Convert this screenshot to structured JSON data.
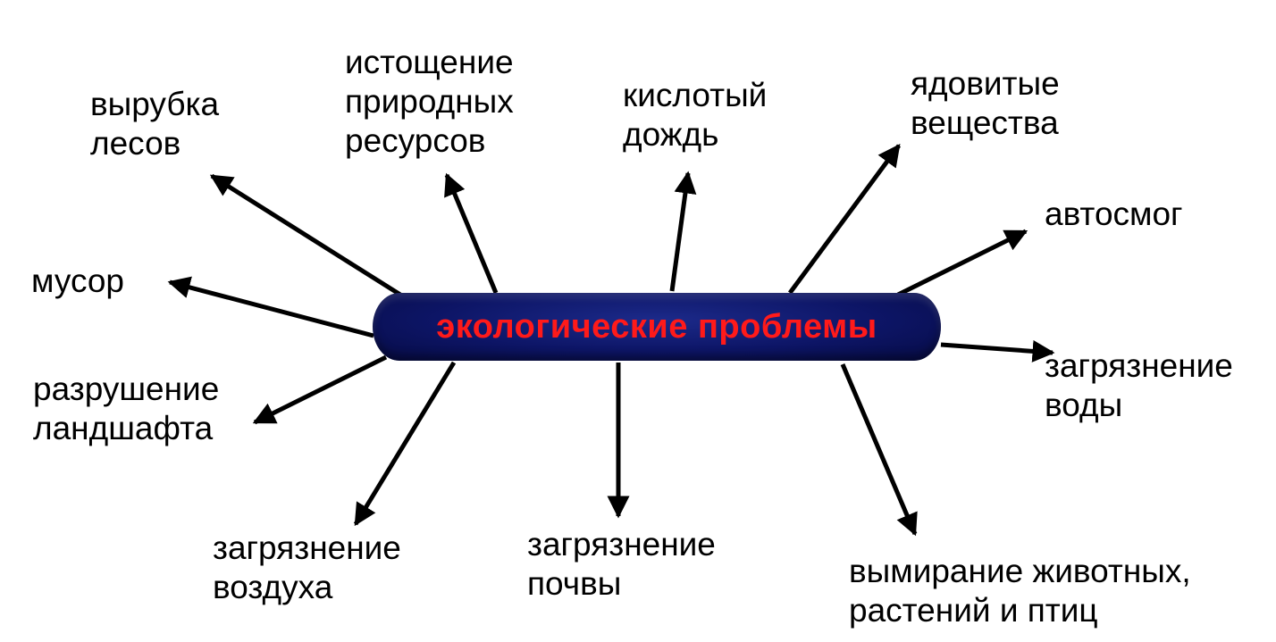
{
  "center": {
    "label": "экологические проблемы"
  },
  "colors": {
    "node_fill": "#0d1566",
    "node_text": "#ff1a1a",
    "arrow": "#000000",
    "text": "#000000"
  },
  "problems": [
    {
      "id": "deforestation",
      "lines": [
        "вырубка",
        "лесов"
      ]
    },
    {
      "id": "resource-depletion",
      "lines": [
        "истощение",
        "природных",
        "ресурсов"
      ]
    },
    {
      "id": "acid-rain",
      "lines": [
        "кислотый",
        "дождь"
      ]
    },
    {
      "id": "toxic-substances",
      "lines": [
        "ядовитые",
        "вещества"
      ]
    },
    {
      "id": "auto-smog",
      "lines": [
        "автосмог"
      ]
    },
    {
      "id": "garbage",
      "lines": [
        "мусор"
      ]
    },
    {
      "id": "water-pollution",
      "lines": [
        "загрязнение",
        "воды"
      ]
    },
    {
      "id": "landscape-destruction",
      "lines": [
        "разрушение",
        "ландшафта"
      ]
    },
    {
      "id": "air-pollution",
      "lines": [
        "загрязнение",
        "воздуха"
      ]
    },
    {
      "id": "soil-pollution",
      "lines": [
        "загрязнение",
        "почвы"
      ]
    },
    {
      "id": "extinction",
      "lines": [
        "вымирание животных,",
        "растений и птиц"
      ]
    }
  ]
}
